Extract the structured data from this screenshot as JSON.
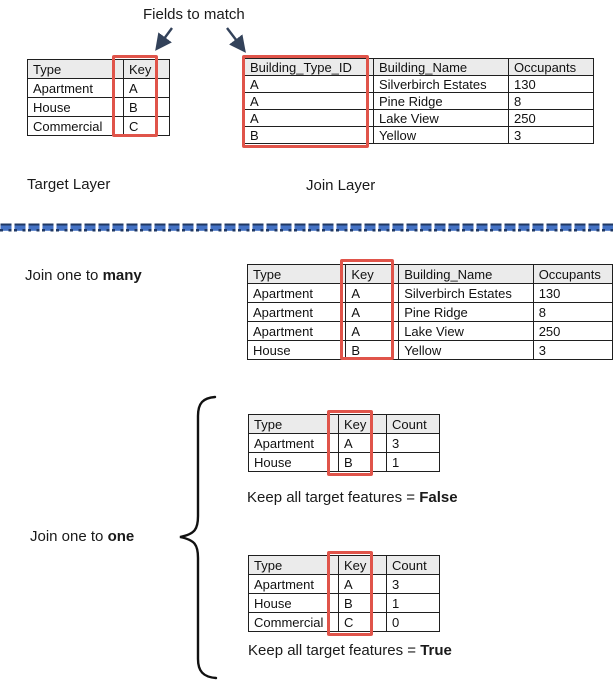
{
  "title": "Fields to match",
  "colors": {
    "red_highlight": "#e0544a",
    "arrow": "#33425a",
    "divider_dark": "#1f3864",
    "divider_blue": "#4472c4",
    "table_header_bg": "#ebebeb",
    "table_border": "#1f1f1f"
  },
  "target_layer": {
    "label": "Target Layer",
    "table": {
      "headers": [
        "Type",
        "Key"
      ],
      "rows": [
        [
          "Apartment",
          "A"
        ],
        [
          "House",
          "B"
        ],
        [
          "Commercial",
          "C"
        ]
      ]
    }
  },
  "join_layer": {
    "label": "Join Layer",
    "table": {
      "headers": [
        "Building_Type_ID",
        "Building_Name",
        "Occupants"
      ],
      "rows": [
        [
          "A",
          "Silverbirch Estates",
          "130"
        ],
        [
          "A",
          "Pine Ridge",
          "8"
        ],
        [
          "A",
          "Lake View",
          "250"
        ],
        [
          "B",
          "Yellow",
          "3"
        ]
      ]
    }
  },
  "one_to_many": {
    "label_prefix": "Join one to ",
    "label_bold": "many",
    "table": {
      "headers": [
        "Type",
        "Key",
        "Building_Name",
        "Occupants"
      ],
      "rows": [
        [
          "Apartment",
          "A",
          "Silverbirch Estates",
          "130"
        ],
        [
          "Apartment",
          "A",
          "Pine Ridge",
          "8"
        ],
        [
          "Apartment",
          "A",
          "Lake View",
          "250"
        ],
        [
          "House",
          "B",
          "Yellow",
          "3"
        ]
      ]
    }
  },
  "one_to_one": {
    "label_prefix": "Join one to ",
    "label_bold": "one",
    "false_case": {
      "caption_prefix": "Keep all target features = ",
      "caption_bold": "False",
      "table": {
        "headers": [
          "Type",
          "Key",
          "Count"
        ],
        "rows": [
          [
            "Apartment",
            "A",
            "3"
          ],
          [
            "House",
            "B",
            "1"
          ]
        ]
      }
    },
    "true_case": {
      "caption_prefix": "Keep all target features = ",
      "caption_bold": "True",
      "table": {
        "headers": [
          "Type",
          "Key",
          "Count"
        ],
        "rows": [
          [
            "Apartment",
            "A",
            "3"
          ],
          [
            "House",
            "B",
            "1"
          ],
          [
            "Commercial",
            "C",
            "0"
          ]
        ]
      }
    }
  }
}
